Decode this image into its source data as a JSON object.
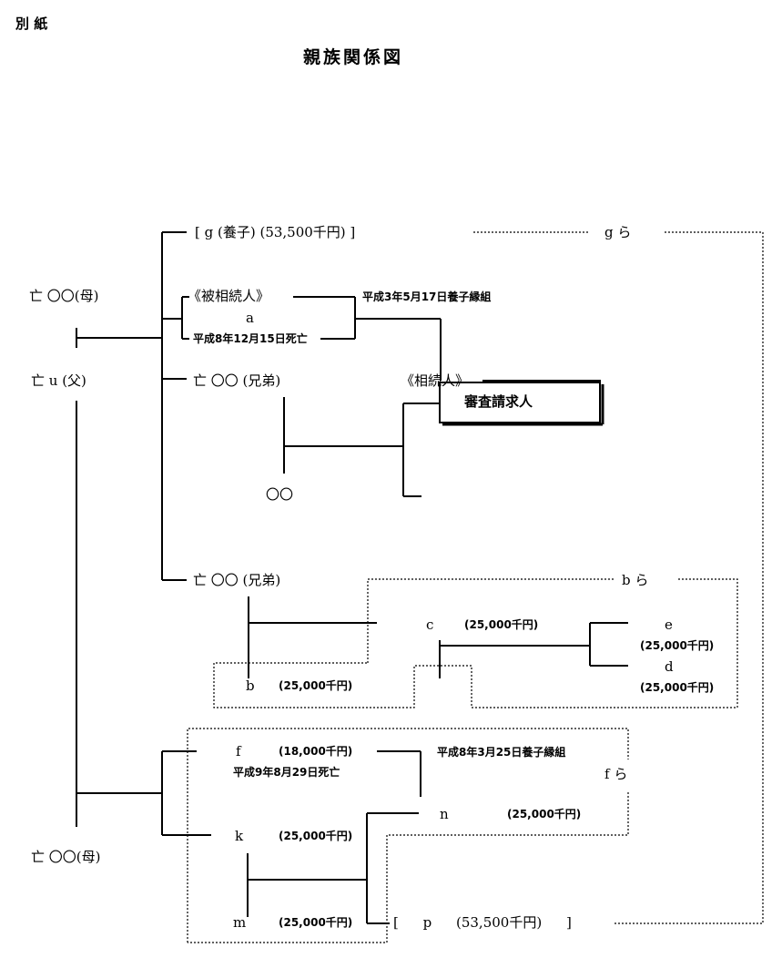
{
  "header": {
    "label": "別 紙",
    "title": "親族関係図"
  },
  "parents": {
    "mother_top": "亡 〇〇(母)",
    "father": "亡 u (父)",
    "mother_bottom": "亡 〇〇(母)"
  },
  "g_branch": {
    "entry": "[ g (養子) (53,500千円) ]",
    "group": "g ら"
  },
  "decedent": {
    "label": "《被相続人》",
    "name": "a",
    "death": "平成8年12月15日死亡",
    "adoption": "平成3年5月17日養子縁組"
  },
  "heir": {
    "label": "《相続人》",
    "box": "審査請求人"
  },
  "sibling1": {
    "name": "亡 〇〇 (兄弟)",
    "child": "〇〇"
  },
  "sibling2": {
    "name": "亡 〇〇 (兄弟)"
  },
  "b_group": {
    "label": "b ら",
    "b_name": "b",
    "b_amount": "(25,000千円)",
    "c_name": "c",
    "c_amount": "(25,000千円)",
    "e_name": "e",
    "e_amount": "(25,000千円)",
    "d_name": "d",
    "d_amount": "(25,000千円)"
  },
  "f_group": {
    "label": "f ら",
    "f_name": "f",
    "f_amount": "(18,000千円)",
    "f_death": "平成9年8月29日死亡",
    "adoption": "平成8年3月25日養子縁組",
    "k_name": "k",
    "k_amount": "(25,000千円)",
    "m_name": "m",
    "m_amount": "(25,000千円)",
    "n_name": "n",
    "n_amount": "(25,000千円)",
    "p_entry": "[ p (53,500千円) ]"
  }
}
